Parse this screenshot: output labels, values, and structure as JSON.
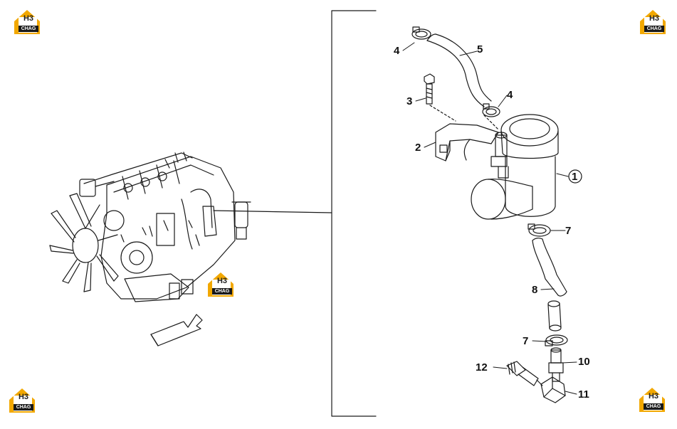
{
  "diagram": {
    "callouts": [
      {
        "id": "c1",
        "label": "1"
      },
      {
        "id": "c2",
        "label": "2"
      },
      {
        "id": "c3",
        "label": "3"
      },
      {
        "id": "c4a",
        "label": "4"
      },
      {
        "id": "c4b",
        "label": "4"
      },
      {
        "id": "c5",
        "label": "5"
      },
      {
        "id": "c7a",
        "label": "7"
      },
      {
        "id": "c7b",
        "label": "7"
      },
      {
        "id": "c8",
        "label": "8"
      },
      {
        "id": "c10",
        "label": "10"
      },
      {
        "id": "c11",
        "label": "11"
      },
      {
        "id": "c12",
        "label": "12"
      }
    ]
  },
  "watermark": {
    "code": "H3",
    "brand": "CHAG",
    "color_accent": "#f2a800",
    "color_dark": "#1a1a1a"
  },
  "colors": {
    "line": "#1a1a1a",
    "background": "#ffffff"
  }
}
